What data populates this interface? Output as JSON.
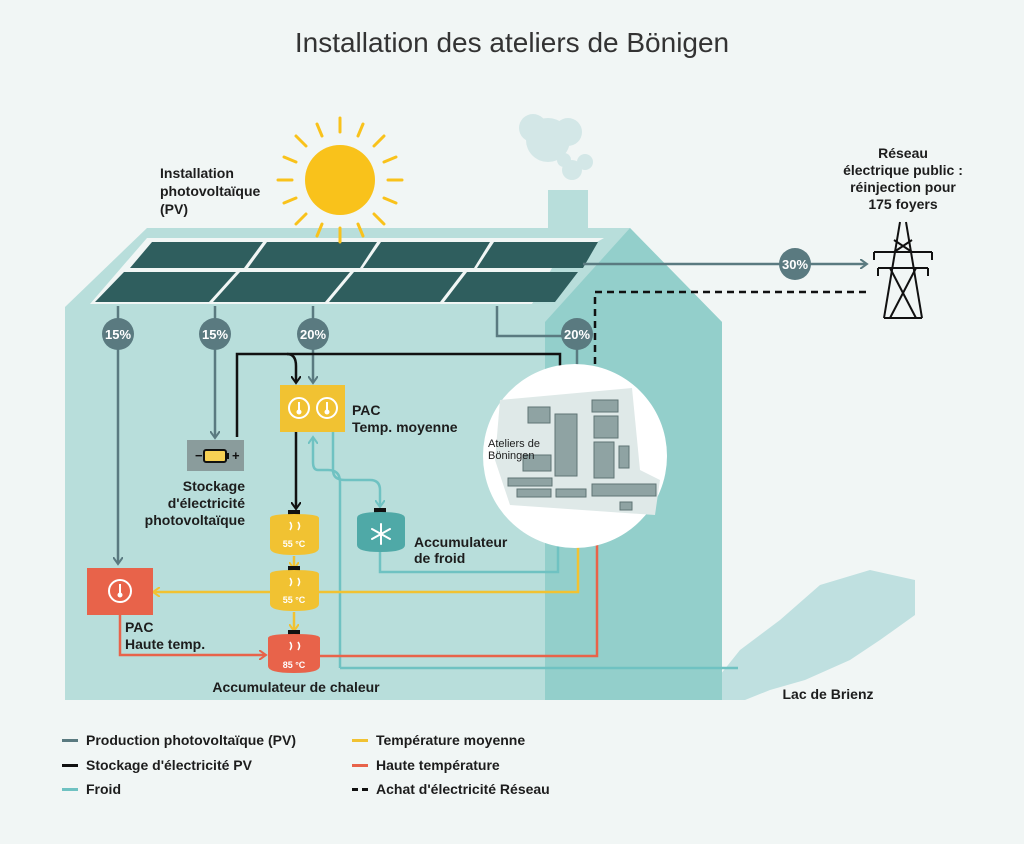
{
  "title": "Installation des ateliers de Bönigen",
  "labels": {
    "pv_line1": "Installation",
    "pv_line2": "photovoltaïque",
    "pv_line3": "(PV)",
    "grid_line1": "Réseau",
    "grid_line2": "électrique public :",
    "grid_line3": "réinjection pour",
    "grid_line4": "175 foyers",
    "pac_mid_line1": "PAC",
    "pac_mid_line2": "Temp. moyenne",
    "storage_line1": "Stockage",
    "storage_line2": "d'électricité",
    "storage_line3": "photovoltaïque",
    "cold_line1": "Accumulateur",
    "cold_line2": "de froid",
    "pac_high_line1": "PAC",
    "pac_high_line2": "Haute temp.",
    "heat_storage": "Accumulateur de chaleur",
    "workshop_line1": "Ateliers de",
    "workshop_line2": "Böningen",
    "lake": "Lac de Brienz"
  },
  "percentages": {
    "grid": "30%",
    "pac_high": "15%",
    "storage": "15%",
    "pac_mid": "20%",
    "workshop": "20%"
  },
  "tanks": {
    "tank1": "55 °C",
    "tank2": "55 °C",
    "tank3": "85 °C"
  },
  "legend": [
    {
      "label": "Production photovoltaïque (PV)",
      "color": "#5a7a80",
      "dashed": false
    },
    {
      "label": "Stockage d'électricité PV",
      "color": "#111111",
      "dashed": false
    },
    {
      "label": "Froid",
      "color": "#6fc2c2",
      "dashed": false
    },
    {
      "label": "Température moyenne",
      "color": "#f1c232",
      "dashed": false
    },
    {
      "label": "Haute température",
      "color": "#e8634a",
      "dashed": false
    },
    {
      "label": "Achat d'électricité Réseau",
      "color": "#111111",
      "dashed": true
    }
  ],
  "colors": {
    "building": "#b8dedb",
    "building_dark": "#93cfcb",
    "panel": "#2f5e5e",
    "pv_line": "#5a7a80",
    "yellow": "#f1c232",
    "red": "#e8634a",
    "cold": "#6fc2c2",
    "sun": "#f9c21b"
  }
}
